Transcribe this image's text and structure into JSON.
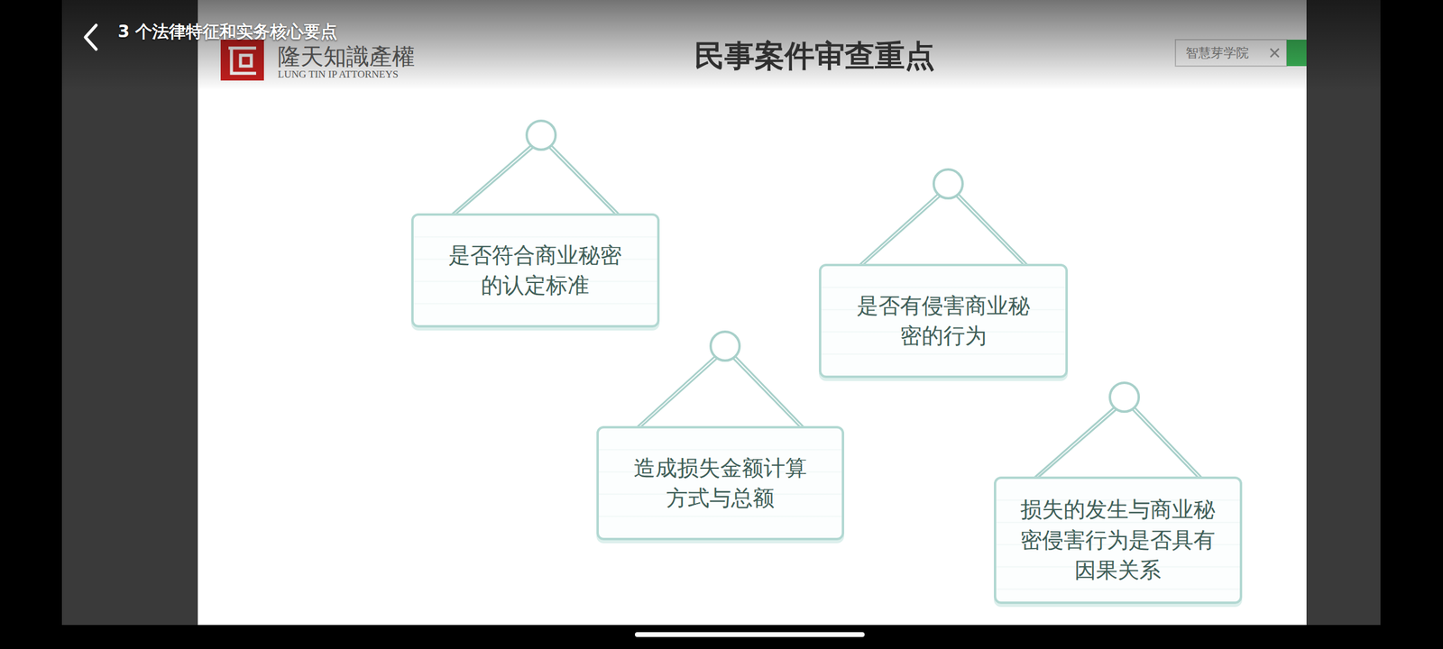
{
  "diagram": {
    "title": "民事案件审查重点",
    "nodes": [
      {
        "text": [
          "是否符合商业秘密 的认定标准"
        ]
      },
      {
        "text": [
          "是否有侵害商业秘 密的行为"
        ]
      },
      {
        "text": [
          "造成损失金额计算 方式与总额"
        ]
      },
      {
        "text": [
          "损失的发生与商业秘 密侵害行为是否具有 因果关系"
        ]
      }
    ],
    "labels": [
      "3 个法律特征和实务核心要点",
      "隆天知識產權",
      "LUNG TIN IP ATTORNEYS",
      "智慧芽学院"
    ]
  }
}
